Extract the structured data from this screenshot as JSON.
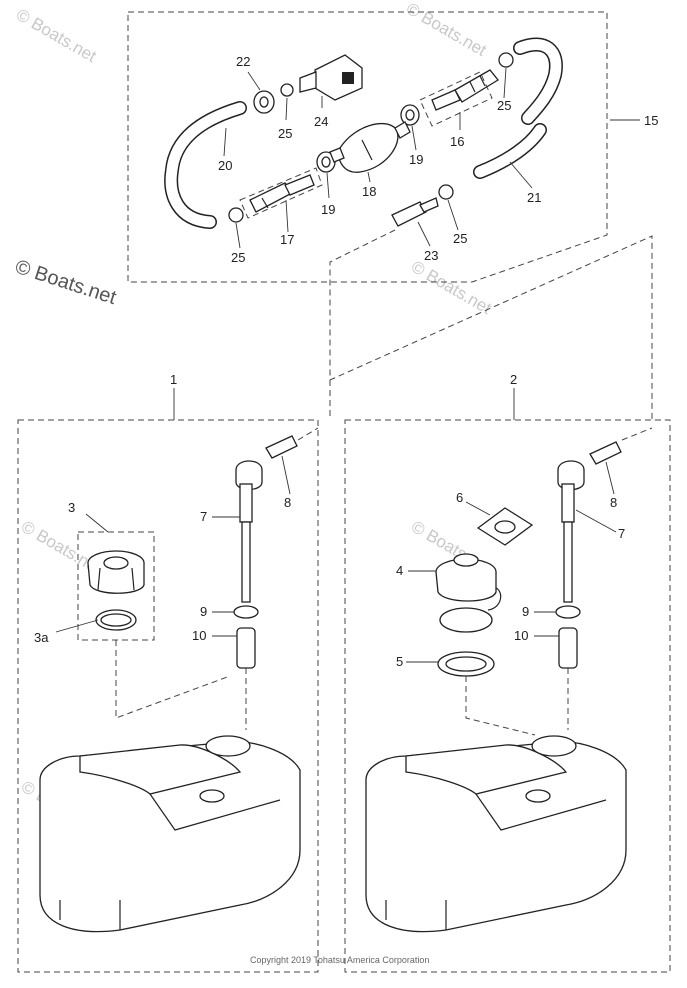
{
  "callouts": {
    "c1": "1",
    "c2": "2",
    "c3": "3",
    "c3a": "3a",
    "c4": "4",
    "c5": "5",
    "c6": "6",
    "c7a": "7",
    "c7b": "7",
    "c8a": "8",
    "c8b": "8",
    "c9a": "9",
    "c9b": "9",
    "c10a": "10",
    "c10b": "10",
    "c15": "15",
    "c16": "16",
    "c17": "17",
    "c18": "18",
    "c19a": "19",
    "c19b": "19",
    "c20": "20",
    "c21": "21",
    "c22": "22",
    "c23": "23",
    "c24": "24",
    "c25a": "25",
    "c25b": "25",
    "c25c": "25",
    "c25d": "25"
  },
  "watermark": {
    "main": "© Boats.net",
    "tile": "© Boats.net"
  },
  "copyright": "Copyright 2019 Tohatsu America Corporation"
}
